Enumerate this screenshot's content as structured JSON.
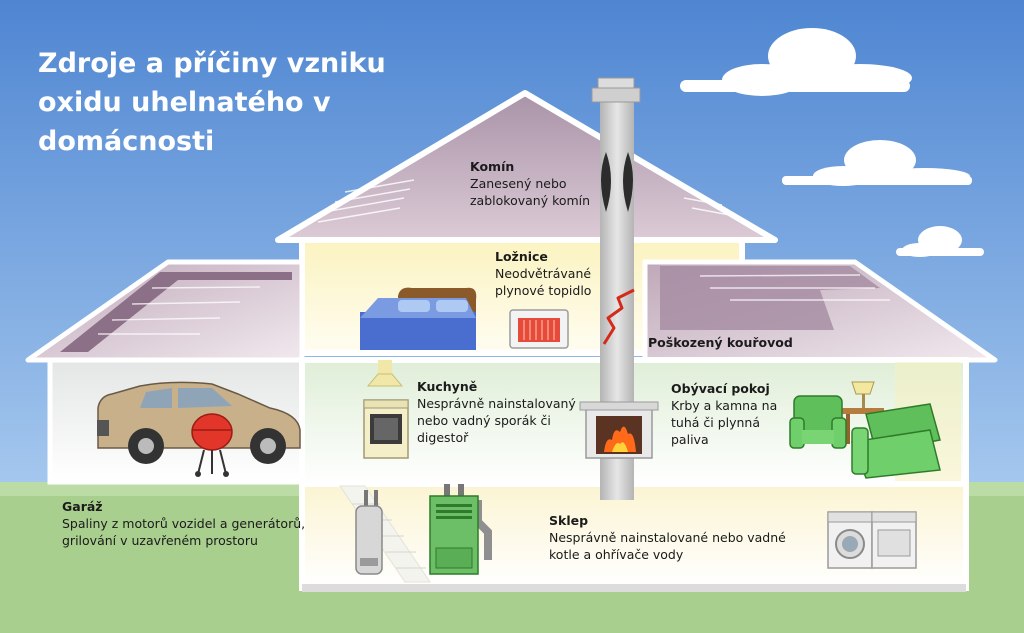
{
  "title_lines": [
    "Zdroje a příčiny vzniku",
    "oxidu uhelnatého v",
    "domácnosti"
  ],
  "labels": {
    "chimney": {
      "heading": "Komín",
      "lines": [
        "Zanesený nebo",
        "zablokovaný komín"
      ]
    },
    "bedroom": {
      "heading": "Ložnice",
      "lines": [
        "Neodvětrávané",
        "plynové topidlo"
      ]
    },
    "flue": {
      "text": "Poškozený kouřovod"
    },
    "kitchen": {
      "heading": "Kuchyně",
      "lines": [
        "Nesprávně nainstalovaný",
        "nebo vadný sporák či",
        "digestoř"
      ]
    },
    "living_room": {
      "heading": "Obývací pokoj",
      "lines": [
        "Krby a kamna na",
        "tuhá či plynná",
        "paliva"
      ]
    },
    "garage": {
      "heading": "Garáž",
      "lines": [
        "Spaliny z motorů vozidel a generátorů,",
        "grilování v uzavřeném prostoru"
      ]
    },
    "basement": {
      "heading": "Sklep",
      "lines": [
        "Nesprávně nainstalované nebo vadné",
        "kotle a ohřívače vody"
      ]
    }
  },
  "colors": {
    "sky_top": "#4f86d2",
    "sky_bottom": "#9cc3ec",
    "grass": "#a9cf8f",
    "roof": "#c9b4c2",
    "wall": "#f2f4ef",
    "room_yellow": "#f6edb0",
    "room_green": "#e6f1df",
    "furniture_green": "#5fbf5b",
    "bed_blue": "#4a6ed0",
    "chimney": "#c9c9c9"
  }
}
